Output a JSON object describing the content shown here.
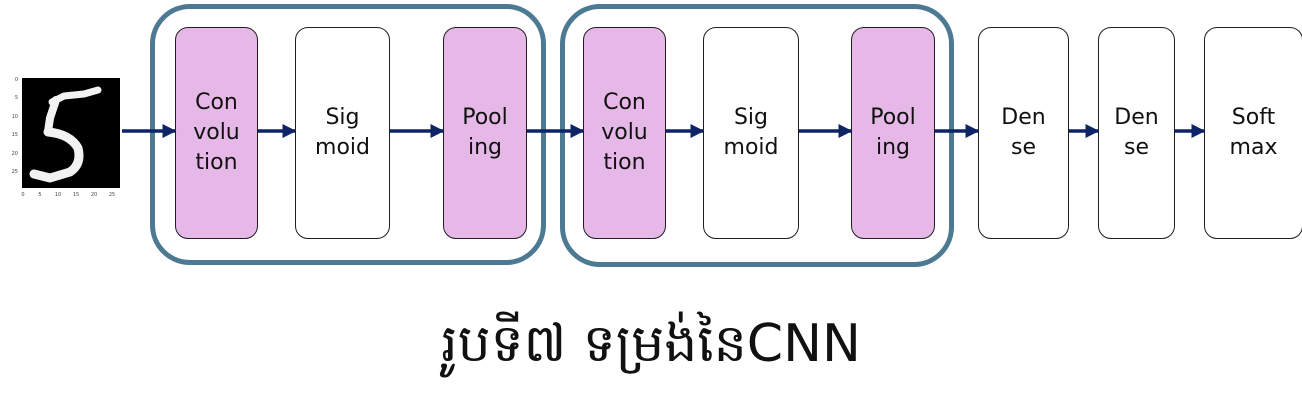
{
  "diagram": {
    "colors": {
      "group_border": "#4c7a92",
      "conv_fill": "#e6b8e8",
      "plain_fill": "#ffffff",
      "arrow": "#0d2466"
    },
    "input_image": {
      "description_icon": "mnist-digit-five-thumbnail",
      "y_ticks": [
        "0",
        "5",
        "10",
        "15",
        "20",
        "25"
      ],
      "x_ticks": [
        "0",
        "5",
        "10",
        "15",
        "20",
        "25"
      ]
    },
    "blocks": [
      {
        "label": "Con\nvolu\ntion",
        "kind": "conv"
      },
      {
        "label": "Sig\nmoid",
        "kind": "plain"
      },
      {
        "label": "Pool\ning",
        "kind": "conv"
      },
      {
        "label": "Con\nvolu\ntion",
        "kind": "conv"
      },
      {
        "label": "Sig\nmoid",
        "kind": "plain"
      },
      {
        "label": "Pool\ning",
        "kind": "conv"
      },
      {
        "label": "Den\nse",
        "kind": "plain"
      },
      {
        "label": "Den\nse",
        "kind": "plain"
      },
      {
        "label": "Soft\nmax",
        "kind": "plain"
      }
    ]
  },
  "caption": "រូបទី៧ ទម្រង់នៃCNN"
}
